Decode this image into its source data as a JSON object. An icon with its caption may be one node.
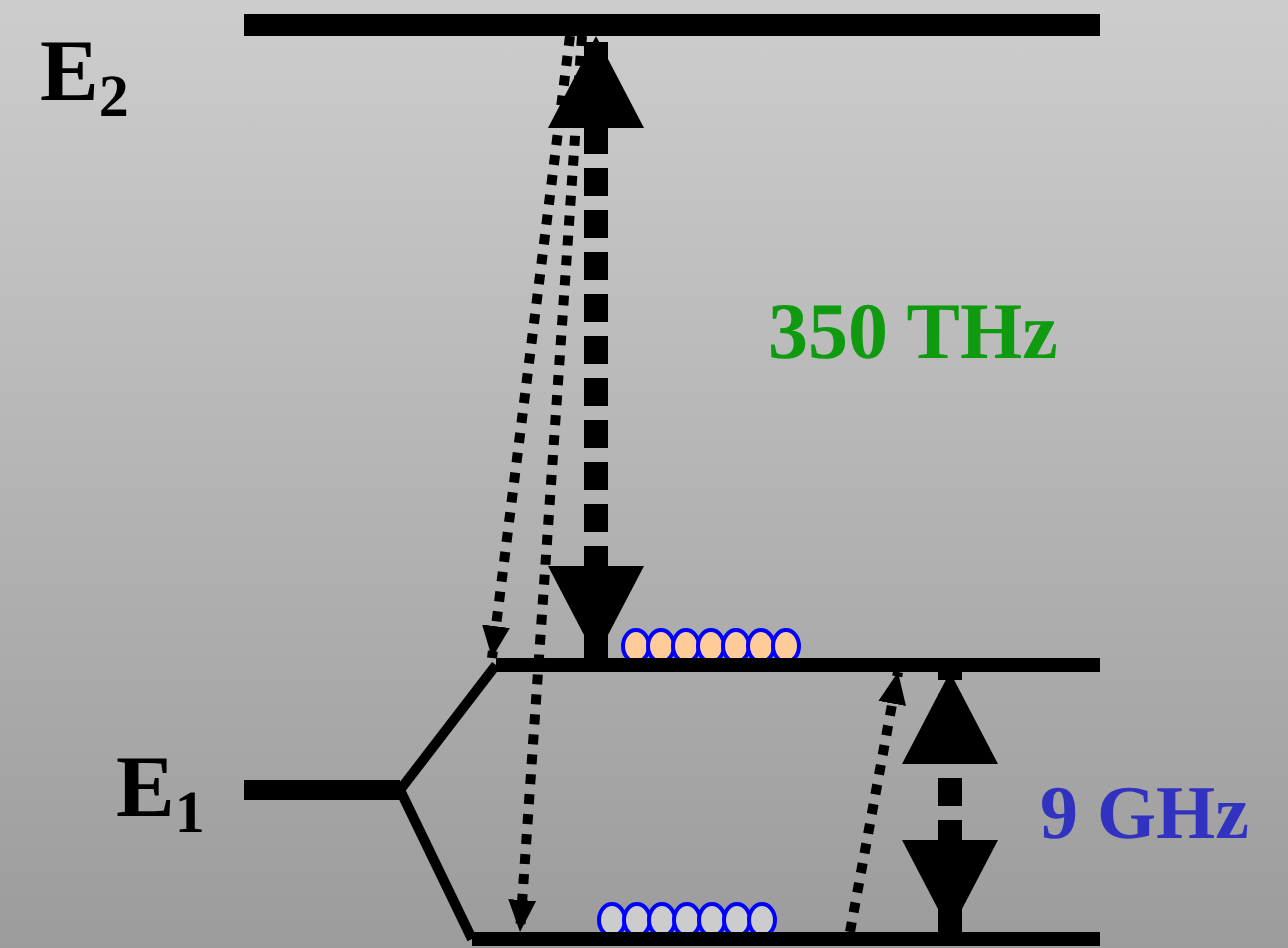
{
  "diagram": {
    "nodes": [
      {
        "text": [],
        "shape": "bar",
        "beside": [
          "E$_{2}$"
        ]
      },
      {
        "text": [],
        "shape": "bar",
        "beside": [
          "E$_{1}$"
        ]
      },
      {
        "text": [],
        "shape": "bar"
      },
      {
        "text": [],
        "shape": "bar"
      }
    ],
    "edges": [
      {
        "from": 1,
        "to": 2,
        "arrow": "none"
      },
      {
        "from": 1,
        "to": 3,
        "arrow": "none"
      },
      {
        "from": 0,
        "to": 2,
        "arrow": "to",
        "style": "dashed"
      },
      {
        "from": 0,
        "to": 3,
        "arrow": "to",
        "style": "dashed"
      },
      {
        "from": 2,
        "to": 0,
        "arrow": "both",
        "style": "dashed"
      },
      {
        "from": 3,
        "to": 2,
        "arrow": "to",
        "style": "dashed"
      },
      {
        "from": 3,
        "to": 2,
        "arrow": "both",
        "style": "dashed"
      }
    ],
    "labels": [
      "350 THz",
      "9 GHz"
    ]
  }
}
